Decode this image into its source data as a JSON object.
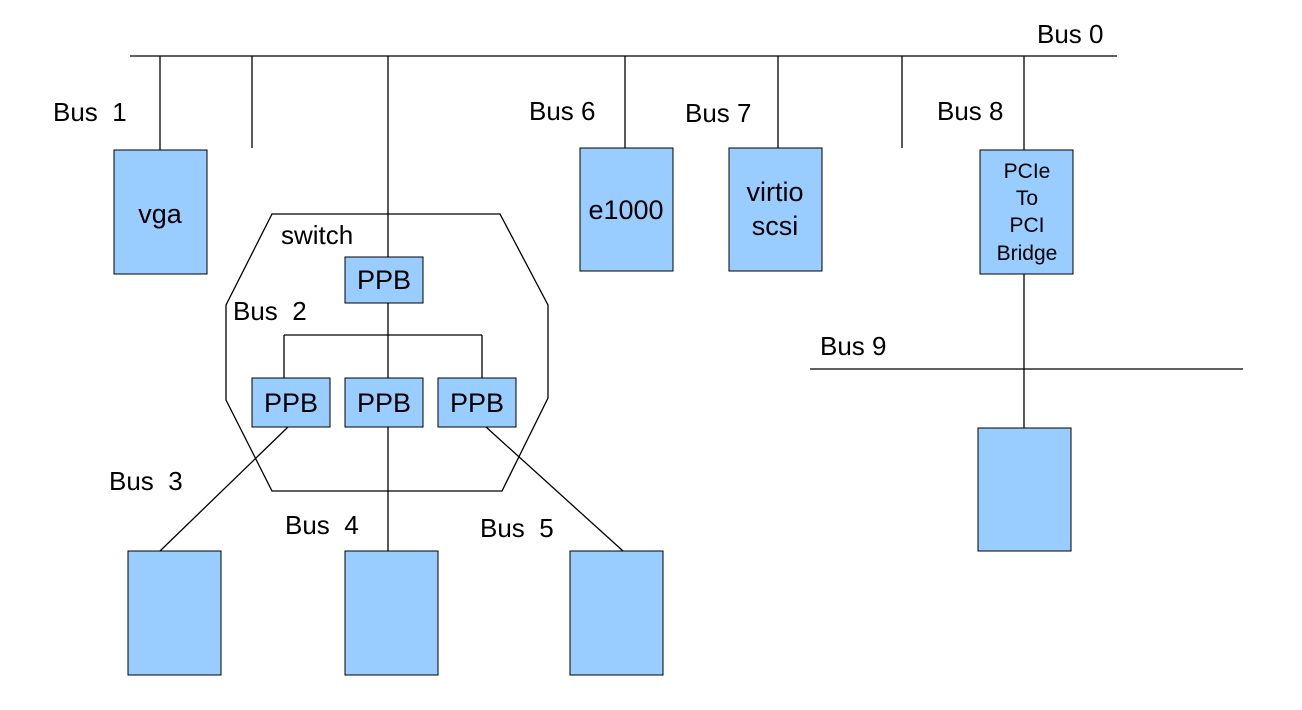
{
  "colors": {
    "device_fill": "#99ccff",
    "line": "#000000",
    "background": "#ffffff"
  },
  "labels": {
    "bus0": "Bus 0",
    "bus1": "Bus  1",
    "bus2": "Bus  2",
    "bus3": "Bus  3",
    "bus4": "Bus  4",
    "bus5": "Bus  5",
    "bus6": "Bus 6",
    "bus7": "Bus 7",
    "bus8": "Bus 8",
    "bus9": "Bus 9",
    "switch": "switch"
  },
  "devices": {
    "vga": "vga",
    "e1000": "e1000",
    "virtio": [
      "virtio",
      "scsi"
    ],
    "bridge": [
      "PCIe",
      "To",
      "PCI",
      "Bridge"
    ],
    "ppb_upstream": "PPB",
    "ppb_left": "PPB",
    "ppb_middle": "PPB",
    "ppb_right": "PPB"
  }
}
